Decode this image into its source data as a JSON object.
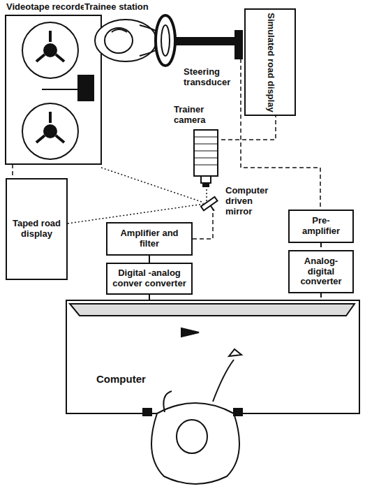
{
  "diagram": {
    "nodes": [
      {
        "text": [
          "Simulated road display"
        ]
      },
      {
        "text": [
          "Taped road display"
        ]
      },
      {
        "text": [
          "Amplifier and filter"
        ]
      },
      {
        "text": [
          "Pre-amplifier"
        ]
      },
      {
        "text": [
          "Digital -analog conver converter"
        ]
      },
      {
        "text": [
          "Analog-digital converter"
        ]
      },
      {
        "text": [
          "Computer"
        ]
      }
    ],
    "edges": [
      {
        "from": 4,
        "to": 2,
        "arrow": "none"
      },
      {
        "from": 6,
        "to": 4,
        "arrow": "none"
      },
      {
        "from": 3,
        "to": 5,
        "arrow": "none"
      },
      {
        "from": 5,
        "to": 6,
        "arrow": "none"
      }
    ],
    "labels": [
      "Videotape recorder",
      "Trainee station",
      "Steering transducer",
      "Trainer camera",
      "Computer driven mirror"
    ]
  }
}
